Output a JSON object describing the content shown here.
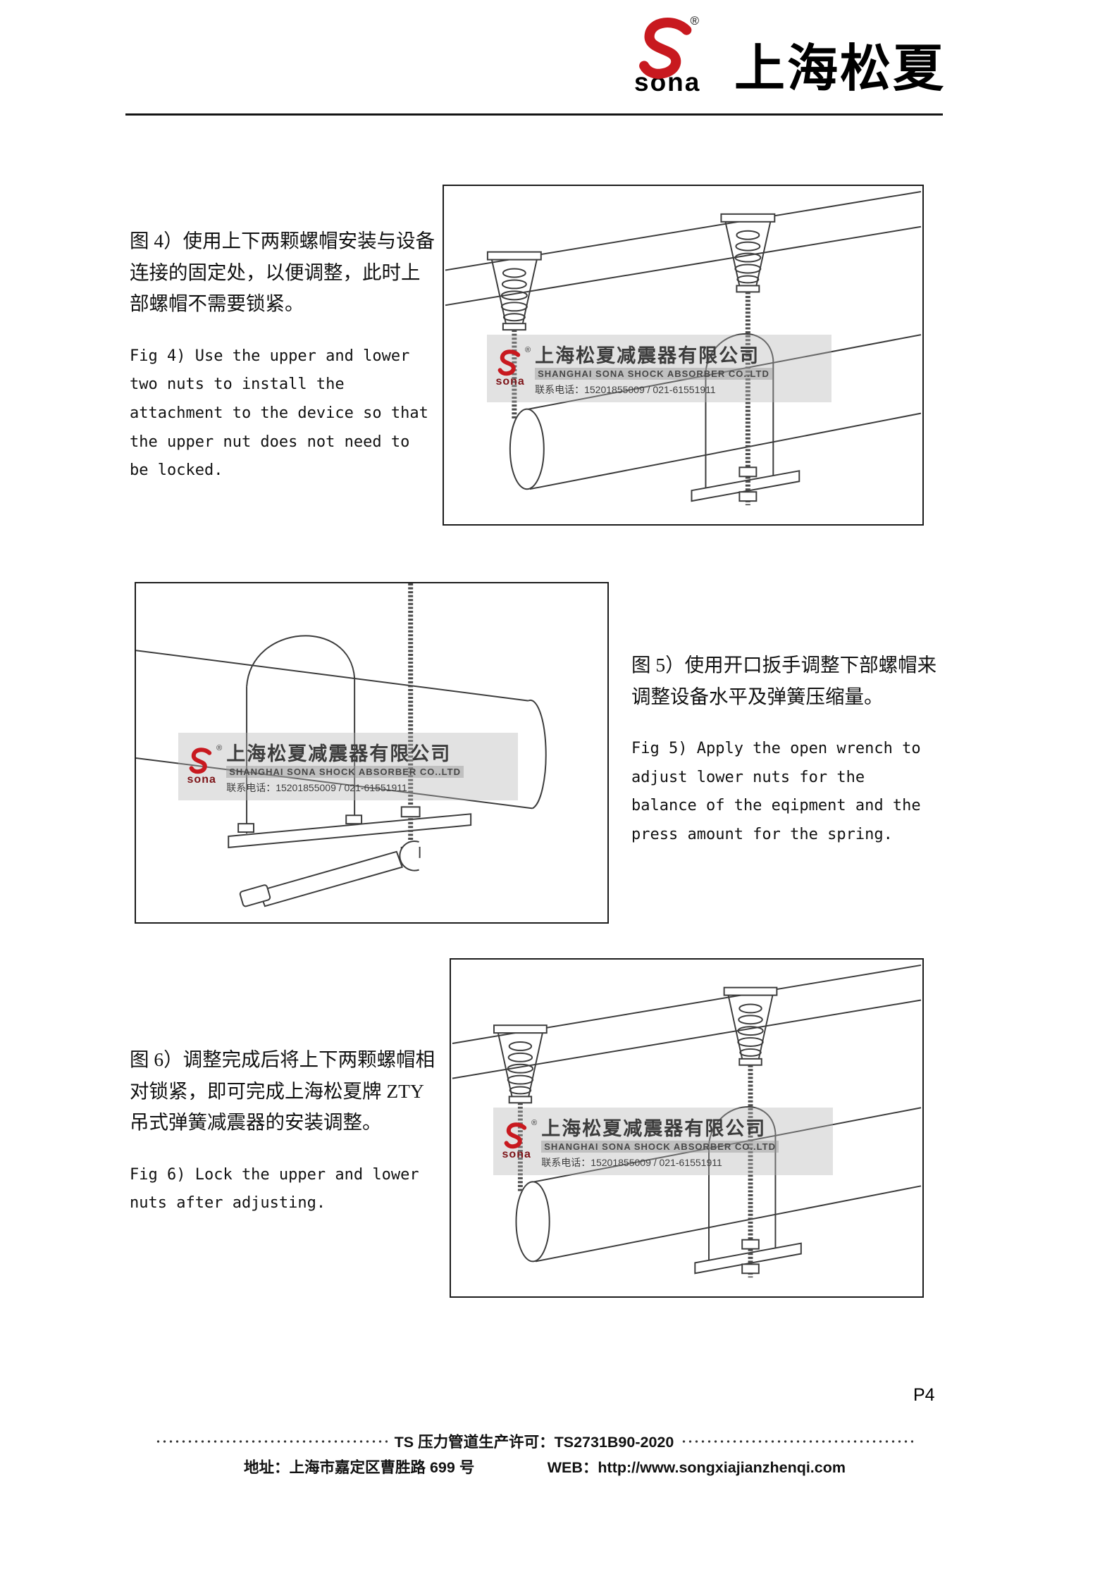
{
  "header": {
    "logo_text": "sona",
    "logo_reg": "®",
    "brand": "上海松夏"
  },
  "figures": {
    "fig4": {
      "cn": "图 4）使用上下两颗螺帽安装与设备连接的固定处，以便调整，此时上部螺帽不需要锁紧。",
      "en": "Fig 4) Use the upper and lower two nuts to install the attachment to the device so that the upper nut does not need to be locked."
    },
    "fig5": {
      "cn": "图 5）使用开口扳手调整下部螺帽来调整设备水平及弹簧压缩量。",
      "en": "Fig 5) Apply the open wrench to adjust lower nuts for the balance of the eqipment and the press amount for the spring."
    },
    "fig6": {
      "cn": "图 6）调整完成后将上下两颗螺帽相对锁紧，即可完成上海松夏牌 ZTY 吊式弹簧减震器的安装调整。",
      "en": "Fig 6) Lock the upper and lower nuts after adjusting."
    }
  },
  "watermark": {
    "logo_text": "sona",
    "logo_reg": "®",
    "company_cn": "上海松夏减震器有限公司",
    "company_en": "SHANGHAI SONA SHOCK ABSORBER CO..LTD",
    "phone": "联系电话：15201855009 / 021-61551911"
  },
  "page_number": "P4",
  "footer": {
    "ts_text": "TS 压力管道生产许可：TS2731B90-2020",
    "address": "地址：上海市嘉定区曹胜路 699 号",
    "web": "WEB：http://www.songxiajianzhenqi.com"
  },
  "colors": {
    "brand_red": "#c8191f"
  }
}
